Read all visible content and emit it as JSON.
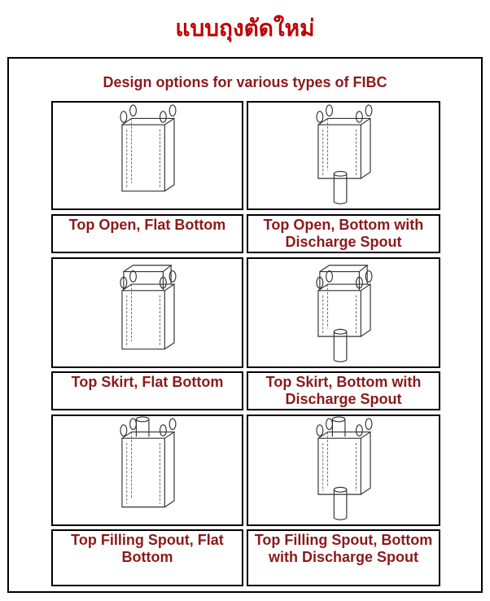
{
  "page": {
    "title": "แบบถุงตัดใหม่"
  },
  "panel": {
    "title": "Design options for various types of FIBC"
  },
  "options": [
    {
      "caption": "Top Open, Flat Bottom",
      "top": "open",
      "bottom": "flat"
    },
    {
      "caption": "Top Open, Bottom with Discharge Spout",
      "top": "open",
      "bottom": "spout"
    },
    {
      "caption": "Top Skirt, Flat Bottom",
      "top": "skirt",
      "bottom": "flat"
    },
    {
      "caption": "Top Skirt, Bottom with Discharge Spout",
      "top": "skirt",
      "bottom": "spout"
    },
    {
      "caption": "Top Filling Spout, Flat Bottom",
      "top": "filling-spout",
      "bottom": "flat"
    },
    {
      "caption": "Top Filling Spout, Bottom with Discharge Spout",
      "top": "filling-spout",
      "bottom": "spout"
    }
  ],
  "colors": {
    "title": "#c00000",
    "caption": "#8b1a1a",
    "border": "#000000"
  }
}
